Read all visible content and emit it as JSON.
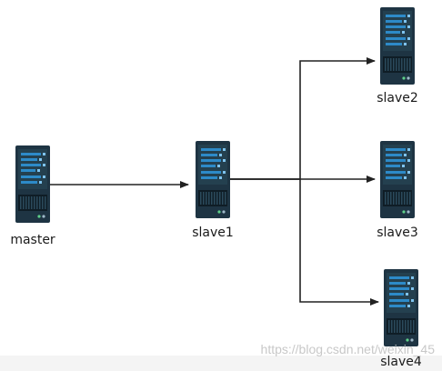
{
  "nodes": [
    {
      "id": "master",
      "label": "master"
    },
    {
      "id": "slave1",
      "label": "slave1"
    },
    {
      "id": "slave2",
      "label": "slave2"
    },
    {
      "id": "slave3",
      "label": "slave3"
    },
    {
      "id": "slave4",
      "label": "slave4"
    }
  ],
  "edges": [
    {
      "from": "master",
      "to": "slave1"
    },
    {
      "from": "slave1",
      "to": "slave2"
    },
    {
      "from": "slave1",
      "to": "slave3"
    },
    {
      "from": "slave1",
      "to": "slave4"
    }
  ],
  "watermark": "https://blog.csdn.net/weixin_45",
  "colors": {
    "server_body": "#1e3443",
    "server_panel": "#2d8ac8",
    "server_vent": "#0f1d26",
    "line": "#222222",
    "watermark": "#c8c8c8"
  }
}
